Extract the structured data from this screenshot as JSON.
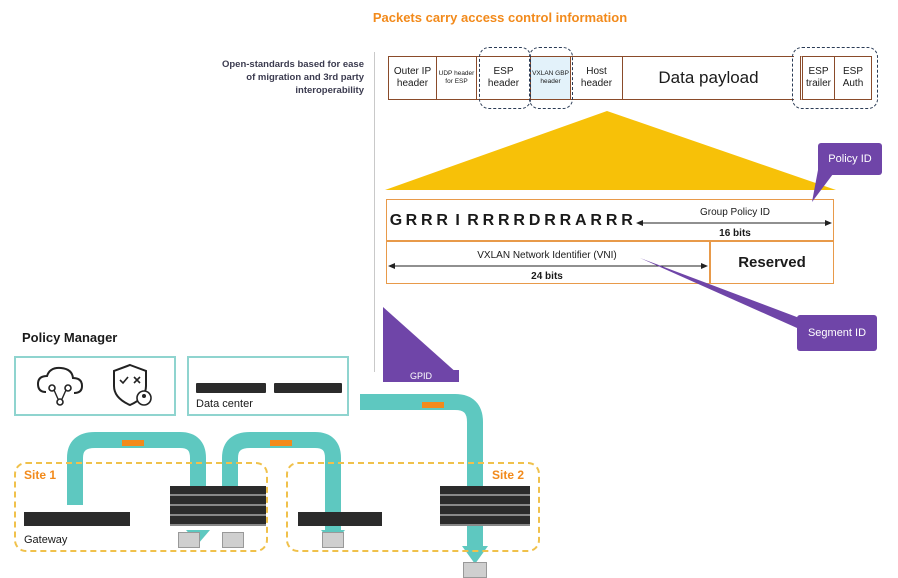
{
  "title": "Packets carry access control information",
  "subtitle_lines": [
    "Open-standards based for ease",
    "of migration and 3rd party",
    "interoperability"
  ],
  "packet_fields": [
    {
      "label": "Outer IP header"
    },
    {
      "label": "UDP header for ESP"
    },
    {
      "label": "ESP header"
    },
    {
      "label": "VXLAN GBP header"
    },
    {
      "label": "Host header"
    },
    {
      "label": "Data payload"
    },
    {
      "label": "ESP trailer"
    },
    {
      "label": "ESP Auth"
    }
  ],
  "bit_flags": [
    "G",
    "R",
    "R",
    "R",
    "I",
    "R",
    "R",
    "R",
    "R",
    "D",
    "R",
    "R",
    "A",
    "R",
    "R",
    "R"
  ],
  "group_policy": {
    "label": "Group Policy ID",
    "bits": "16 bits"
  },
  "vni": {
    "label": "VXLAN Network Identifier (VNI)",
    "bits": "24 bits"
  },
  "reserved_label": "Reserved",
  "callouts": {
    "policy_id": "Policy ID",
    "segment_id": "Segment ID"
  },
  "gpid_label": "GPID",
  "policy_manager_title": "Policy Manager",
  "data_center_label": "Data center",
  "site1_label": "Site 1",
  "site2_label": "Site 2",
  "gateway_label": "Gateway",
  "colors": {
    "orange": "#f28a1b",
    "purple": "#6f45a8",
    "teal": "#5ec8c0",
    "gold": "#f7c108",
    "brown": "#8a4b2a"
  }
}
